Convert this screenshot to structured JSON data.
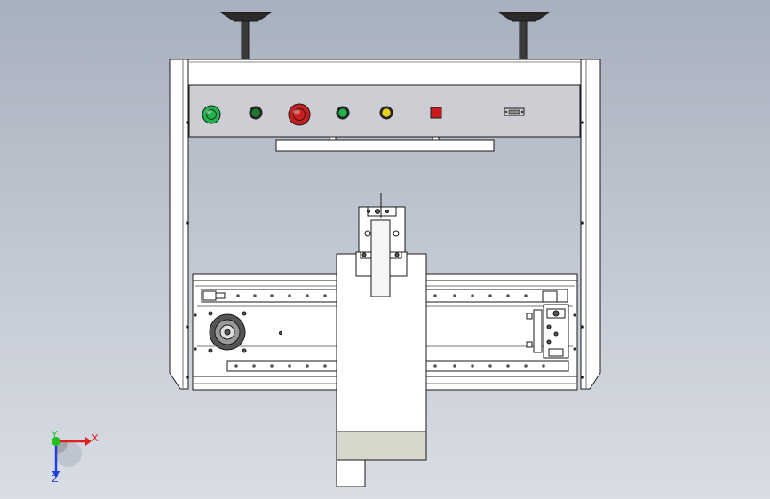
{
  "view": {
    "triad": {
      "x_label": "X",
      "y_label": "Y",
      "z_label": "Z"
    },
    "colors": {
      "background_top": "#a7b0be",
      "background_bottom": "#d9dde4",
      "line": "#1a1a1a",
      "frame_fill": "#ffffff",
      "panel_fill": "#ccced3",
      "button_green": "#22b14c",
      "button_red": "#c81e1e",
      "button_yellow": "#e6d21e",
      "square_red": "#cc1a1a",
      "bottom_box_fill": "#d7d6cb",
      "axis_x": "#e02020",
      "axis_y": "#20c020",
      "axis_z": "#2040e0"
    },
    "controls": [
      {
        "name": "green-mushroom-button",
        "icon": "emergency-stop-style-green",
        "color": "#22b14c"
      },
      {
        "name": "dark-green-indicator",
        "icon": "indicator-lamp",
        "color": "#1e7a30"
      },
      {
        "name": "red-mushroom-button",
        "icon": "emergency-stop",
        "color": "#c81e1e"
      },
      {
        "name": "green-indicator",
        "icon": "indicator-lamp",
        "color": "#22b14c"
      },
      {
        "name": "yellow-indicator",
        "icon": "indicator-lamp",
        "color": "#e6d21e"
      },
      {
        "name": "red-square-button",
        "icon": "square-push-button",
        "color": "#cc1a1a"
      },
      {
        "name": "connector-port",
        "icon": "d-sub-connector",
        "color": "#888888"
      }
    ]
  }
}
